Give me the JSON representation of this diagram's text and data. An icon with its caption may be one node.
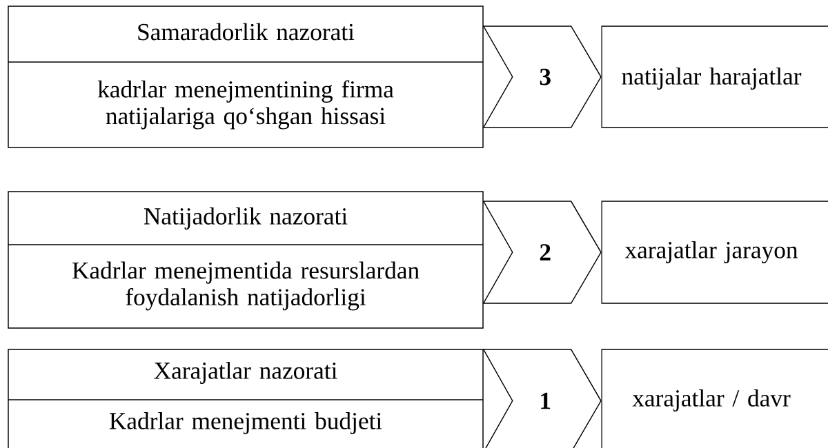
{
  "diagram": {
    "nodes": [
      {
        "text": [
          "Samaradorlik nazorati",
          "kadrlar menejmentining firma natijalariga qo‘shgan hissasi"
        ]
      },
      {
        "text": [
          "natijalar harajatlar"
        ]
      },
      {
        "text": [
          "Natijadorlik nazorati",
          "Kadrlar menejmentida resurslardan foydalanish natijadorligi"
        ]
      },
      {
        "text": [
          "xarajatlar  jarayon"
        ]
      },
      {
        "text": [
          "Xarajatlar nazorati",
          "Kadrlar menejmenti budjeti"
        ]
      },
      {
        "text": [
          "xarajatlar / davr"
        ]
      }
    ],
    "edges": [
      {
        "from": 0,
        "to": 1,
        "arrow": "to",
        "label": "3"
      },
      {
        "from": 2,
        "to": 3,
        "arrow": "to",
        "label": "2"
      },
      {
        "from": 4,
        "to": 5,
        "arrow": "to",
        "label": "1"
      }
    ]
  }
}
